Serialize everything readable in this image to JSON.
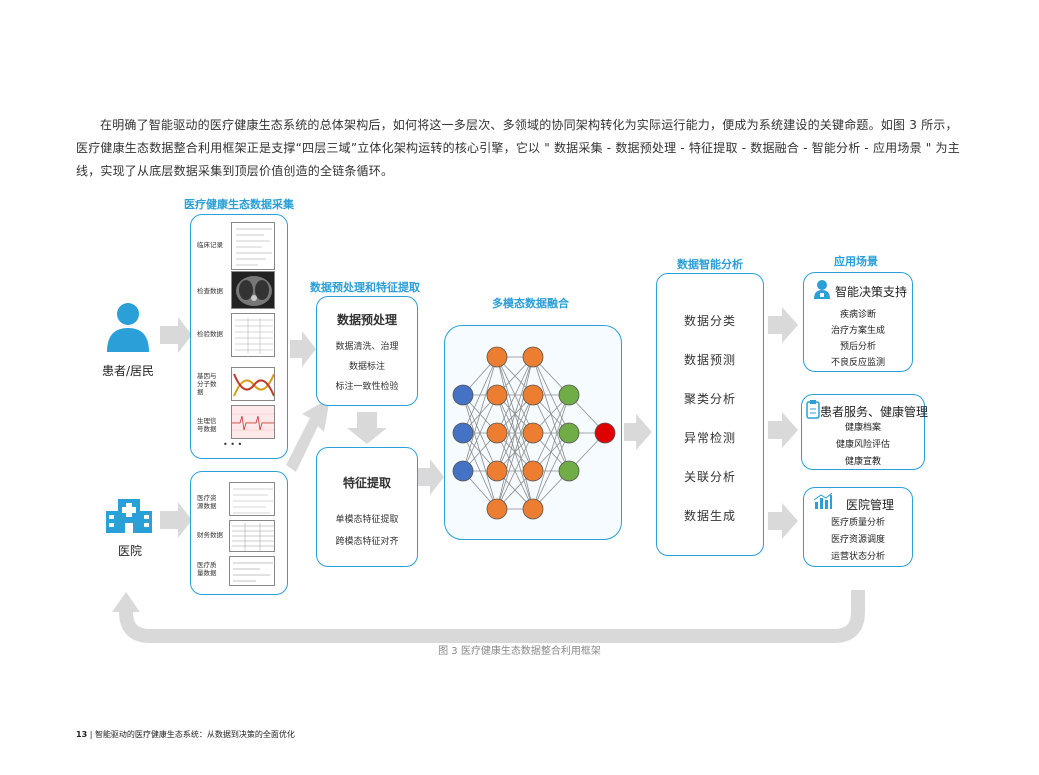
{
  "paragraph": {
    "text": "在明确了智能驱动的医疗健康生态系统的总体架构后，如何将这一多层次、多领域的协同架构转化为实际运行能力，便成为系统建设的关键命题。如图 3 所示，医疗健康生态数据整合利用框架正是支撑“四层三域”立体化架构运转的核心引擎，它以 \" 数据采集 - 数据预处理 - 特征提取 - 数据融合 - 智能分析 - 应用场景 \" 为主线，实现了从底层数据采集到顶层价值创造的全链条循环。"
  },
  "figure": {
    "section_titles": {
      "collection": "医疗健康生态数据采集",
      "preprocess": "数据预处理和特征提取",
      "fusion": "多模态数据融合",
      "analysis": "数据智能分析",
      "applications": "应用场景"
    },
    "actors": {
      "patient": "患者/居民",
      "hospital": "医院"
    },
    "patient_data": [
      {
        "label": "临床记录"
      },
      {
        "label": "检查数据"
      },
      {
        "label": "检验数据"
      },
      {
        "label": "基因与\n分子数\n据"
      },
      {
        "label": "生理信\n号数据"
      }
    ],
    "hospital_data": [
      {
        "label": "医疗资\n源数据"
      },
      {
        "label": "财务数据"
      },
      {
        "label": "医疗质\n量数据"
      }
    ],
    "ellipsis": "• • •",
    "preprocess": {
      "title": "数据预处理",
      "items": [
        "数据清洗、治理",
        "数据标注",
        "标注一致性检验"
      ]
    },
    "feature": {
      "title": "特征提取",
      "items": [
        "单模态特征提取",
        "跨模态特征对齐"
      ]
    },
    "analysis": {
      "items": [
        "数据分类",
        "数据预测",
        "聚类分析",
        "异常检测",
        "关联分析",
        "数据生成"
      ]
    },
    "applications": [
      {
        "title": "智能决策支持",
        "icon": "doctor-icon",
        "items": [
          "疾病诊断",
          "治疗方案生成",
          "预后分析",
          "不良反应监测"
        ]
      },
      {
        "title": "患者服务、健康管理",
        "icon": "clipboard-icon",
        "items": [
          "健康档案",
          "健康风险评估",
          "健康宣教"
        ]
      },
      {
        "title": "医院管理",
        "icon": "bar-chart-icon",
        "items": [
          "医疗质量分析",
          "医疗资源调度",
          "运营状态分析"
        ]
      }
    ],
    "colors": {
      "accent": "#2a9fd8",
      "arrow": "#d9d9d9",
      "node_blue": "#4472c4",
      "node_orange": "#ed7d31",
      "node_green": "#70ad47",
      "node_red": "#e00000"
    },
    "caption": "图 3 医疗健康生态数据整合利用框架"
  },
  "footer": {
    "page": "13",
    "title": "智能驱动的医疗健康生态系统：从数据到决策的全面优化"
  }
}
